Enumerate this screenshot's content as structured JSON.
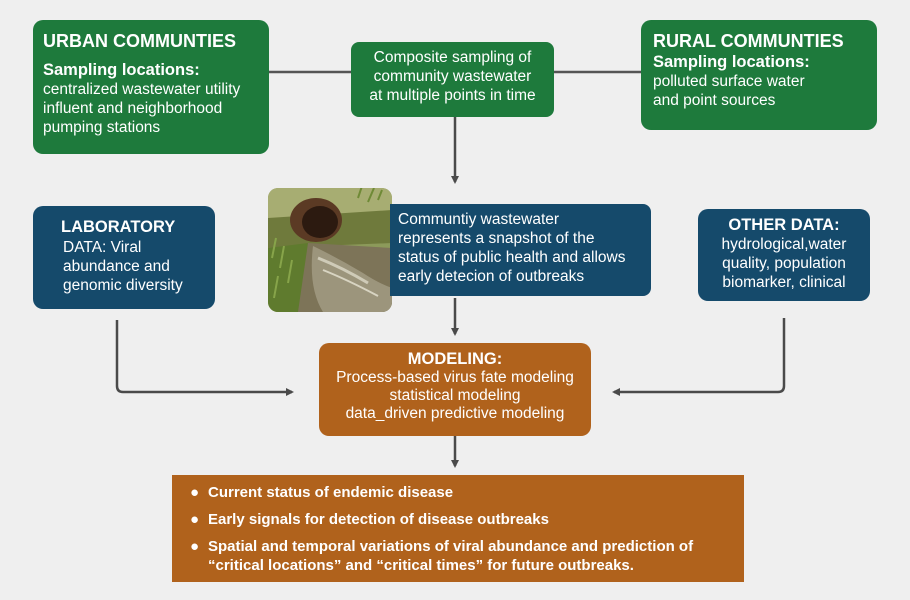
{
  "urban": {
    "title": "URBAN COMMUNTIES",
    "subtitle": "Sampling locations:",
    "lines": [
      "centralized wastewater utility",
      "influent and neighborhood",
      "pumping stations"
    ]
  },
  "composite": {
    "lines": [
      "Composite sampling of",
      "community wastewater",
      "at multiple points in time"
    ]
  },
  "rural": {
    "title": "RURAL COMMUNTIES",
    "subtitle": "Sampling locations:",
    "lines": [
      "polluted surface water",
      "and point sources"
    ]
  },
  "laboratory": {
    "title": "LABORATORY",
    "lines": [
      "DATA: Viral",
      "abundance and",
      "genomic diversity"
    ]
  },
  "snapshot": {
    "lines": [
      "Communtiy wastewater",
      "represents a snapshot of the",
      "status of public health and allows",
      "early detecion of outbreaks"
    ]
  },
  "other_data": {
    "title": "OTHER DATA:",
    "lines": [
      "hydrological,water",
      "quality, population",
      "biomarker, clinical"
    ]
  },
  "modeling": {
    "title": "MODELING:",
    "lines": [
      "Process-based virus fate modeling",
      "statistical modeling",
      "data_driven predictive modeling"
    ]
  },
  "outcomes": {
    "items": [
      {
        "line1": "Current status of endemic disease",
        "line2": ""
      },
      {
        "line1": "Early signals for detection of disease outbreaks",
        "line2": ""
      },
      {
        "line1": "Spatial and temporal variations of viral abundance and prediction of",
        "line2": "“critical locations” and “critical times” for future outbreaks."
      }
    ]
  },
  "colors": {
    "green": "#1e7a3c",
    "navy": "#154a6b",
    "orange": "#b0621c",
    "arrow": "#4a4a4a",
    "background": "#efefef"
  }
}
